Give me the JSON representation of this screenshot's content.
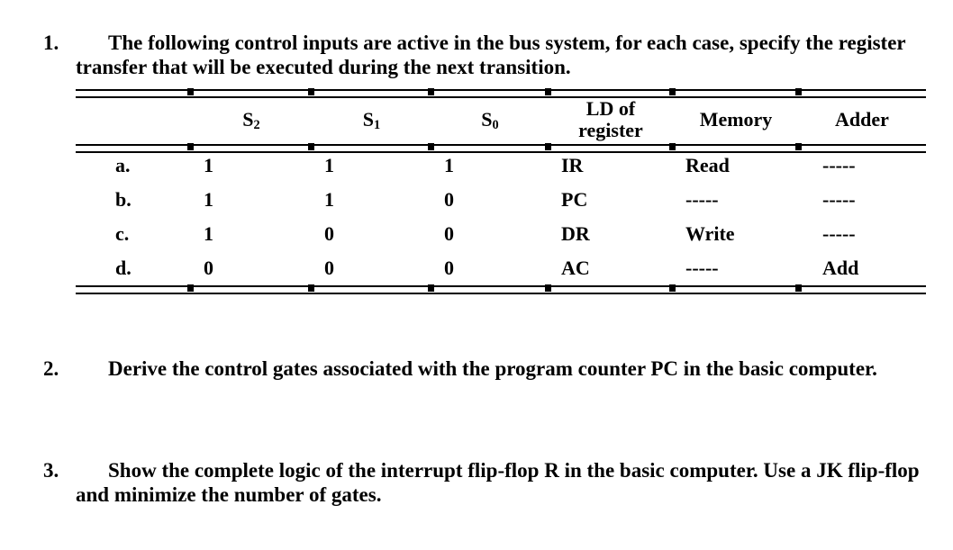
{
  "page": {
    "background_color": "#ffffff",
    "text_color": "#000000"
  },
  "questions": {
    "q1": {
      "number": "1.",
      "lines": [
        "The following control inputs are active in the bus system, for each case, specify the register",
        "transfer that will be executed during the next transition."
      ]
    },
    "q2": {
      "number": "2.",
      "lines": [
        "Derive the control gates associated with the program counter PC in the basic computer."
      ]
    },
    "q3": {
      "number": "3.",
      "lines": [
        "Show the complete logic of the interrupt flip-flop R in the basic computer. Use a JK flip-flop",
        "and minimize the number of gates."
      ]
    }
  },
  "table": {
    "headers": {
      "case": "",
      "s2_base": "S",
      "s2_sub": "2",
      "s1_base": "S",
      "s1_sub": "1",
      "s0_base": "S",
      "s0_sub": "0",
      "ld": "LD of register",
      "memory": "Memory",
      "adder": "Adder"
    },
    "rows": [
      {
        "case": "a.",
        "s2": "1",
        "s1": "1",
        "s0": "1",
        "ld": "IR",
        "memory": "Read",
        "adder": "-----"
      },
      {
        "case": "b.",
        "s2": "1",
        "s1": "1",
        "s0": "0",
        "ld": "PC",
        "memory": "-----",
        "adder": "-----"
      },
      {
        "case": "c.",
        "s2": "1",
        "s1": "0",
        "s0": "0",
        "ld": "DR",
        "memory": "Write",
        "adder": "-----"
      },
      {
        "case": "d.",
        "s2": "0",
        "s1": "0",
        "s0": "0",
        "ld": "AC",
        "memory": "-----",
        "adder": "Add"
      }
    ]
  }
}
